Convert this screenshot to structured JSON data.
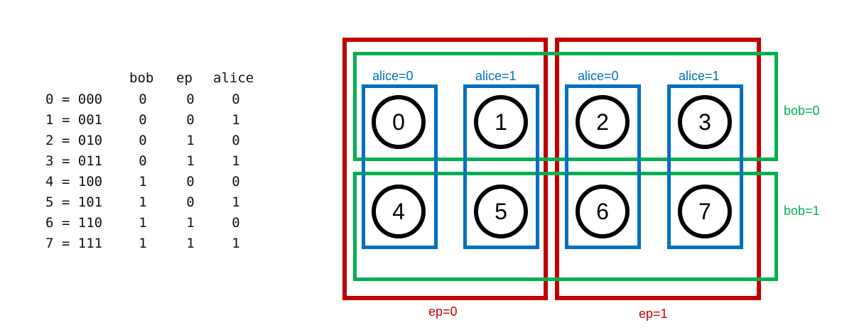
{
  "table": {
    "headers": {
      "bob": "bob",
      "ep": "ep",
      "alice": "alice"
    },
    "rows": [
      {
        "label": "0 = 000",
        "bob": "0",
        "ep": "0",
        "alice": "0"
      },
      {
        "label": "1 = 001",
        "bob": "0",
        "ep": "0",
        "alice": "1"
      },
      {
        "label": "2 = 010",
        "bob": "0",
        "ep": "1",
        "alice": "0"
      },
      {
        "label": "3 = 011",
        "bob": "0",
        "ep": "1",
        "alice": "1"
      },
      {
        "label": "4 = 100",
        "bob": "1",
        "ep": "0",
        "alice": "0"
      },
      {
        "label": "5 = 101",
        "bob": "1",
        "ep": "0",
        "alice": "1"
      },
      {
        "label": "6 = 110",
        "bob": "1",
        "ep": "1",
        "alice": "0"
      },
      {
        "label": "7 = 111",
        "bob": "1",
        "ep": "1",
        "alice": "1"
      }
    ]
  },
  "diagram": {
    "nodes": [
      "0",
      "1",
      "2",
      "3",
      "4",
      "5",
      "6",
      "7"
    ],
    "alice_labels": [
      "alice=0",
      "alice=1",
      "alice=0",
      "alice=1"
    ],
    "bob_labels": [
      "bob=0",
      "bob=1"
    ],
    "ep_labels": [
      "ep=0",
      "ep=1"
    ],
    "colors": {
      "ep": "#c00000",
      "bob": "#00b050",
      "alice": "#0070c0",
      "node": "#000000"
    }
  }
}
